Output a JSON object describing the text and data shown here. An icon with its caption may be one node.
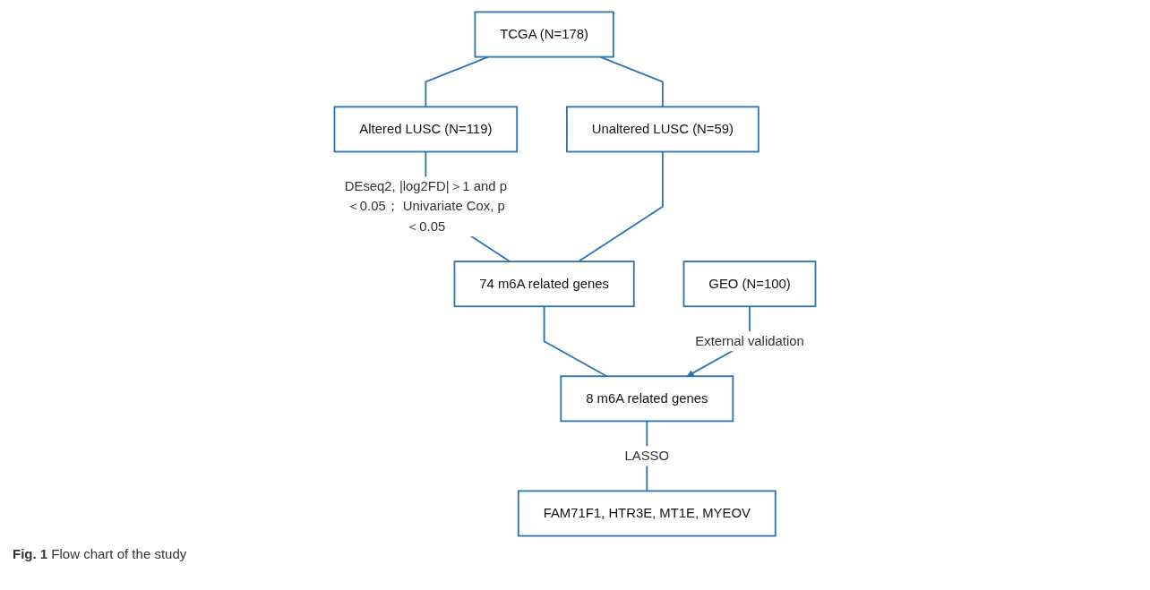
{
  "diagram": {
    "caption": "**Fig. 1** Flow chart of the study",
    "nodes": [
      {
        "text": [
          "TCGA (N=178)"
        ]
      },
      {
        "text": [
          "GEO (N=100)"
        ]
      },
      {
        "text": [
          "Altered LUSC (N=119)"
        ]
      },
      {
        "text": [
          "Unaltered LUSC (N=59)"
        ]
      },
      {
        "text": [
          "74 m6A related genes"
        ]
      },
      {
        "text": [
          "8 m6A related genes"
        ]
      },
      {
        "text": [
          "FAM71F1, HTR3E, MT1E, MYEOV"
        ]
      }
    ],
    "edges": [
      {
        "from": 0,
        "to": 2,
        "arrow": "none"
      },
      {
        "from": 0,
        "to": 3,
        "arrow": "none"
      },
      {
        "from": 2,
        "to": 4,
        "arrow": "none",
        "label": "DEseq2, |log2FD|＞1 and p＜0.05； Univariate Cox, p＜0.05"
      },
      {
        "from": 3,
        "to": 4,
        "arrow": "none"
      },
      {
        "from": 4,
        "to": 5,
        "arrow": "none"
      },
      {
        "from": 1,
        "to": 5,
        "arrow": "to",
        "label": "External validation"
      },
      {
        "from": 5,
        "to": 6,
        "arrow": "none",
        "label": "LASSO"
      }
    ]
  }
}
